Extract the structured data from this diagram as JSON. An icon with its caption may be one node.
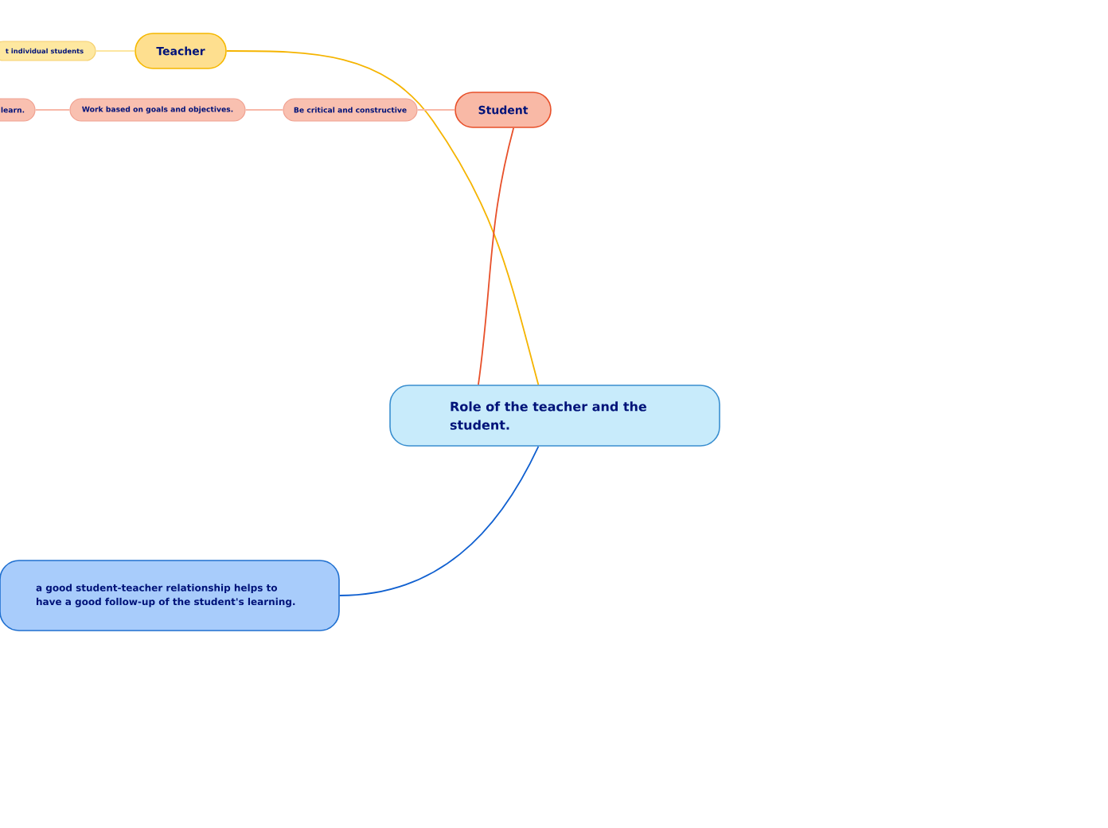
{
  "diagram": {
    "nodes": [
      {
        "text": [
          "Role of the teacher and the student."
        ]
      },
      {
        "text": [
          "Teacher"
        ]
      },
      {
        "text": [
          "t individual students"
        ]
      },
      {
        "text": [
          "Student"
        ]
      },
      {
        "text": [
          "Be critical and constructive"
        ]
      },
      {
        "text": [
          "Work based on goals and objectives."
        ]
      },
      {
        "text": [
          "learn."
        ]
      },
      {
        "text": [
          "a good student-teacher relationship helps to have a good follow-up of the student's learning."
        ]
      }
    ],
    "edges": [
      {
        "from": 0,
        "to": 1,
        "arrow": "none",
        "color": "#f5b400"
      },
      {
        "from": 1,
        "to": 2,
        "arrow": "none",
        "color": "#fde6a0"
      },
      {
        "from": 0,
        "to": 3,
        "arrow": "none",
        "color": "#e8502a"
      },
      {
        "from": 3,
        "to": 4,
        "arrow": "none",
        "color": "#f8b8a8"
      },
      {
        "from": 4,
        "to": 5,
        "arrow": "none",
        "color": "#f8b8a8"
      },
      {
        "from": 5,
        "to": 6,
        "arrow": "none",
        "color": "#f8b8a8"
      },
      {
        "from": 0,
        "to": 7,
        "arrow": "none",
        "color": "#1060d0"
      }
    ]
  }
}
